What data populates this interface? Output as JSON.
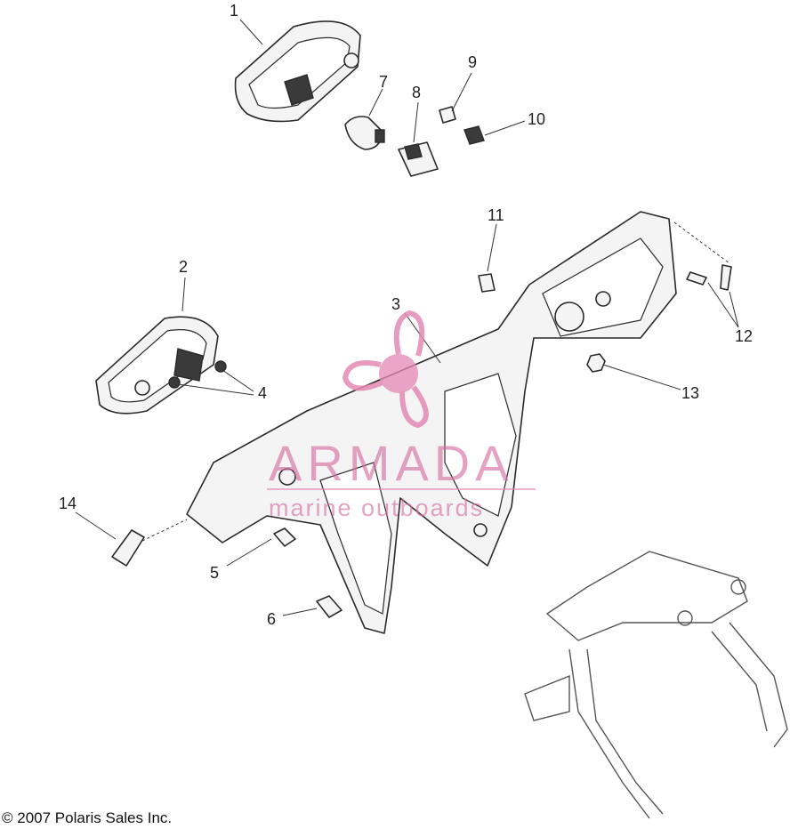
{
  "callouts": [
    {
      "id": "c1",
      "label": "1"
    },
    {
      "id": "c2",
      "label": "2"
    },
    {
      "id": "c3",
      "label": "3"
    },
    {
      "id": "c4",
      "label": "4"
    },
    {
      "id": "c5",
      "label": "5"
    },
    {
      "id": "c6",
      "label": "6"
    },
    {
      "id": "c7",
      "label": "7"
    },
    {
      "id": "c8",
      "label": "8"
    },
    {
      "id": "c9",
      "label": "9"
    },
    {
      "id": "c10",
      "label": "10"
    },
    {
      "id": "c11",
      "label": "11"
    },
    {
      "id": "c12",
      "label": "12"
    },
    {
      "id": "c13",
      "label": "13"
    },
    {
      "id": "c14",
      "label": "14"
    }
  ],
  "watermark": {
    "brand": "ARMADA",
    "tagline": "marine outboards",
    "color": "#e48ab5"
  },
  "copyright": "© 2007 Polaris Sales Inc."
}
